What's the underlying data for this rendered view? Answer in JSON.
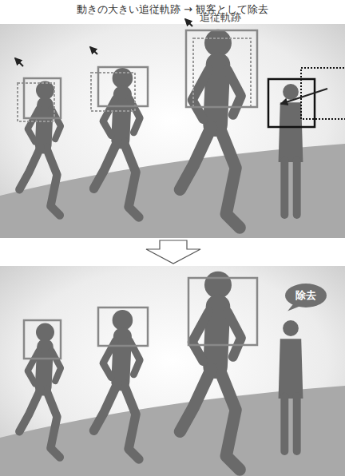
{
  "diagram": {
    "title": "動きの大きい追従軌跡 → 観客として除去",
    "nodes": [
      {
        "text": [
          "除去"
        ]
      }
    ],
    "labels": [
      "追従軌跡"
    ]
  }
}
